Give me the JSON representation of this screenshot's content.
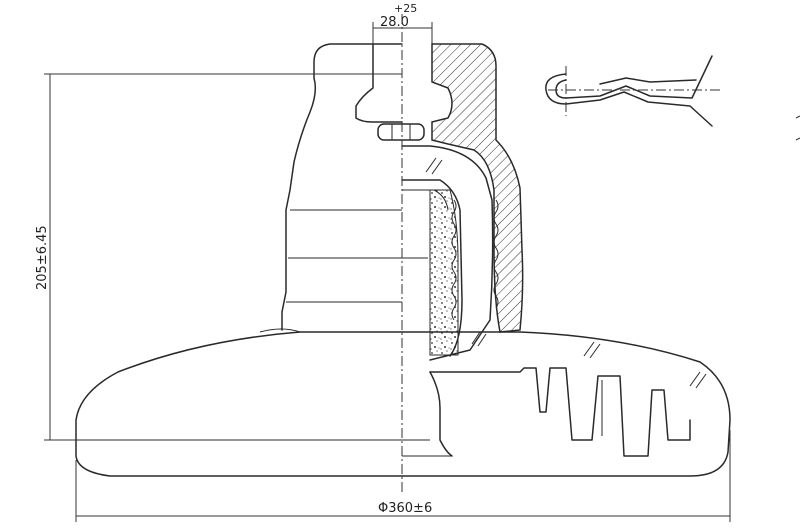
{
  "dimensions": {
    "height": "205±6.45",
    "diameter": "Φ360±6",
    "pin_socket": "28.0",
    "pin_socket_tolerance": "+25"
  }
}
